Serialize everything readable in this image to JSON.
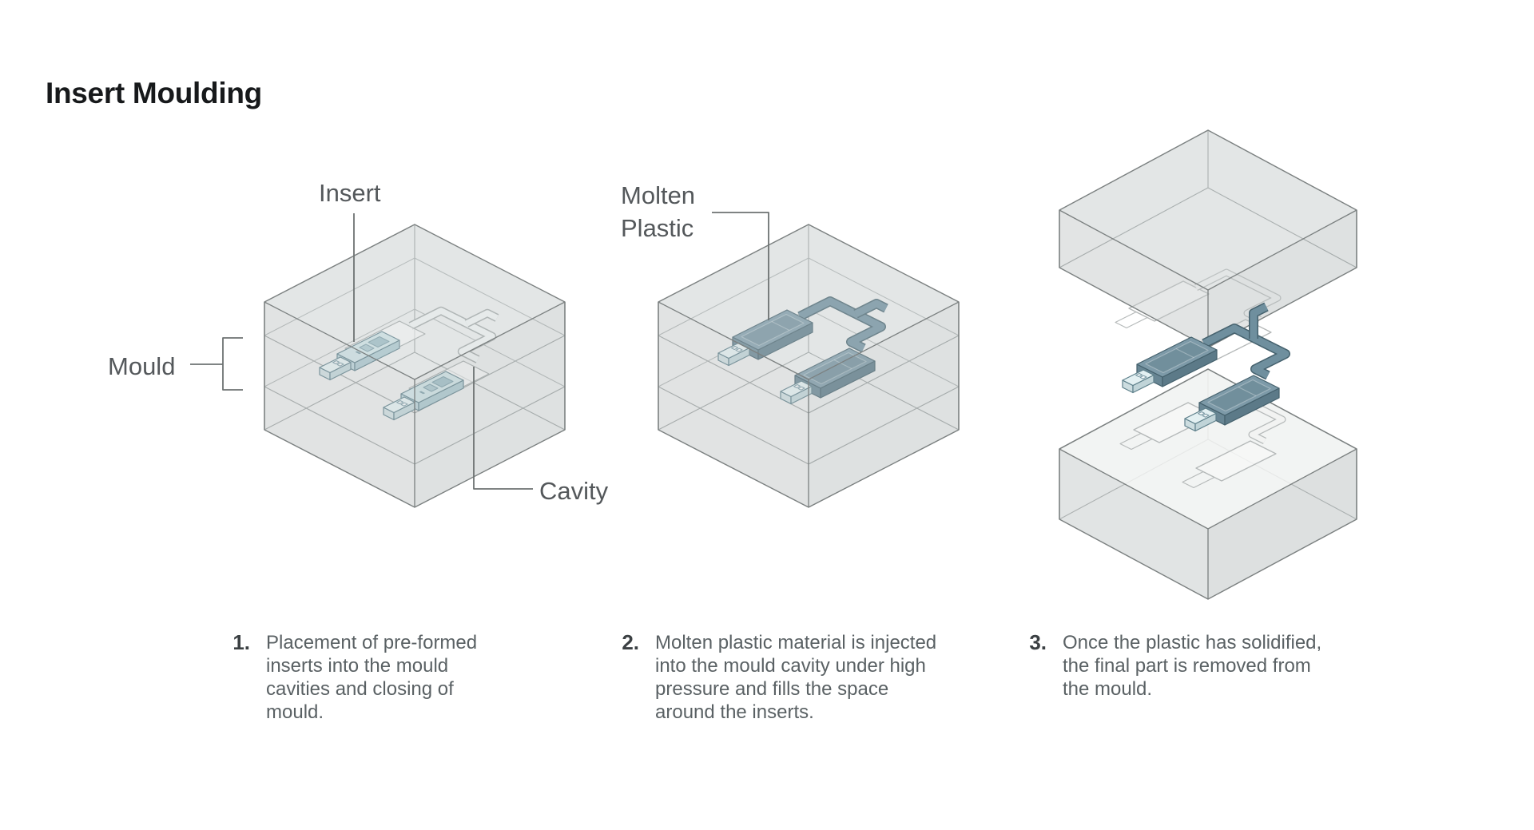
{
  "title": "Insert Moulding",
  "labels": {
    "insert": "Insert",
    "mould": "Mould",
    "cavity": "Cavity",
    "molten_plastic": "Molten Plastic"
  },
  "steps": [
    {
      "number": "1.",
      "text": "Placement of pre-formed inserts into the mould cavities and closing of mould."
    },
    {
      "number": "2.",
      "text": "Molten plastic material is injected into the mould cavity under high pressure and fills the space around the inserts."
    },
    {
      "number": "3.",
      "text": "Once the plastic has solidified, the final part is removed from the mould."
    }
  ],
  "colors": {
    "mould_face_gray": "#e6e8e8",
    "mould_edge_gray": "#7b8080",
    "insert_blue": "#cfe2e6",
    "connector_blue": "#e3f0f2",
    "molten_blue": "#6f8f9e",
    "molten_edge": "#46626e",
    "label_gray": "#54585b",
    "caption_gray": "#5a6164",
    "title_black": "#17191b"
  }
}
